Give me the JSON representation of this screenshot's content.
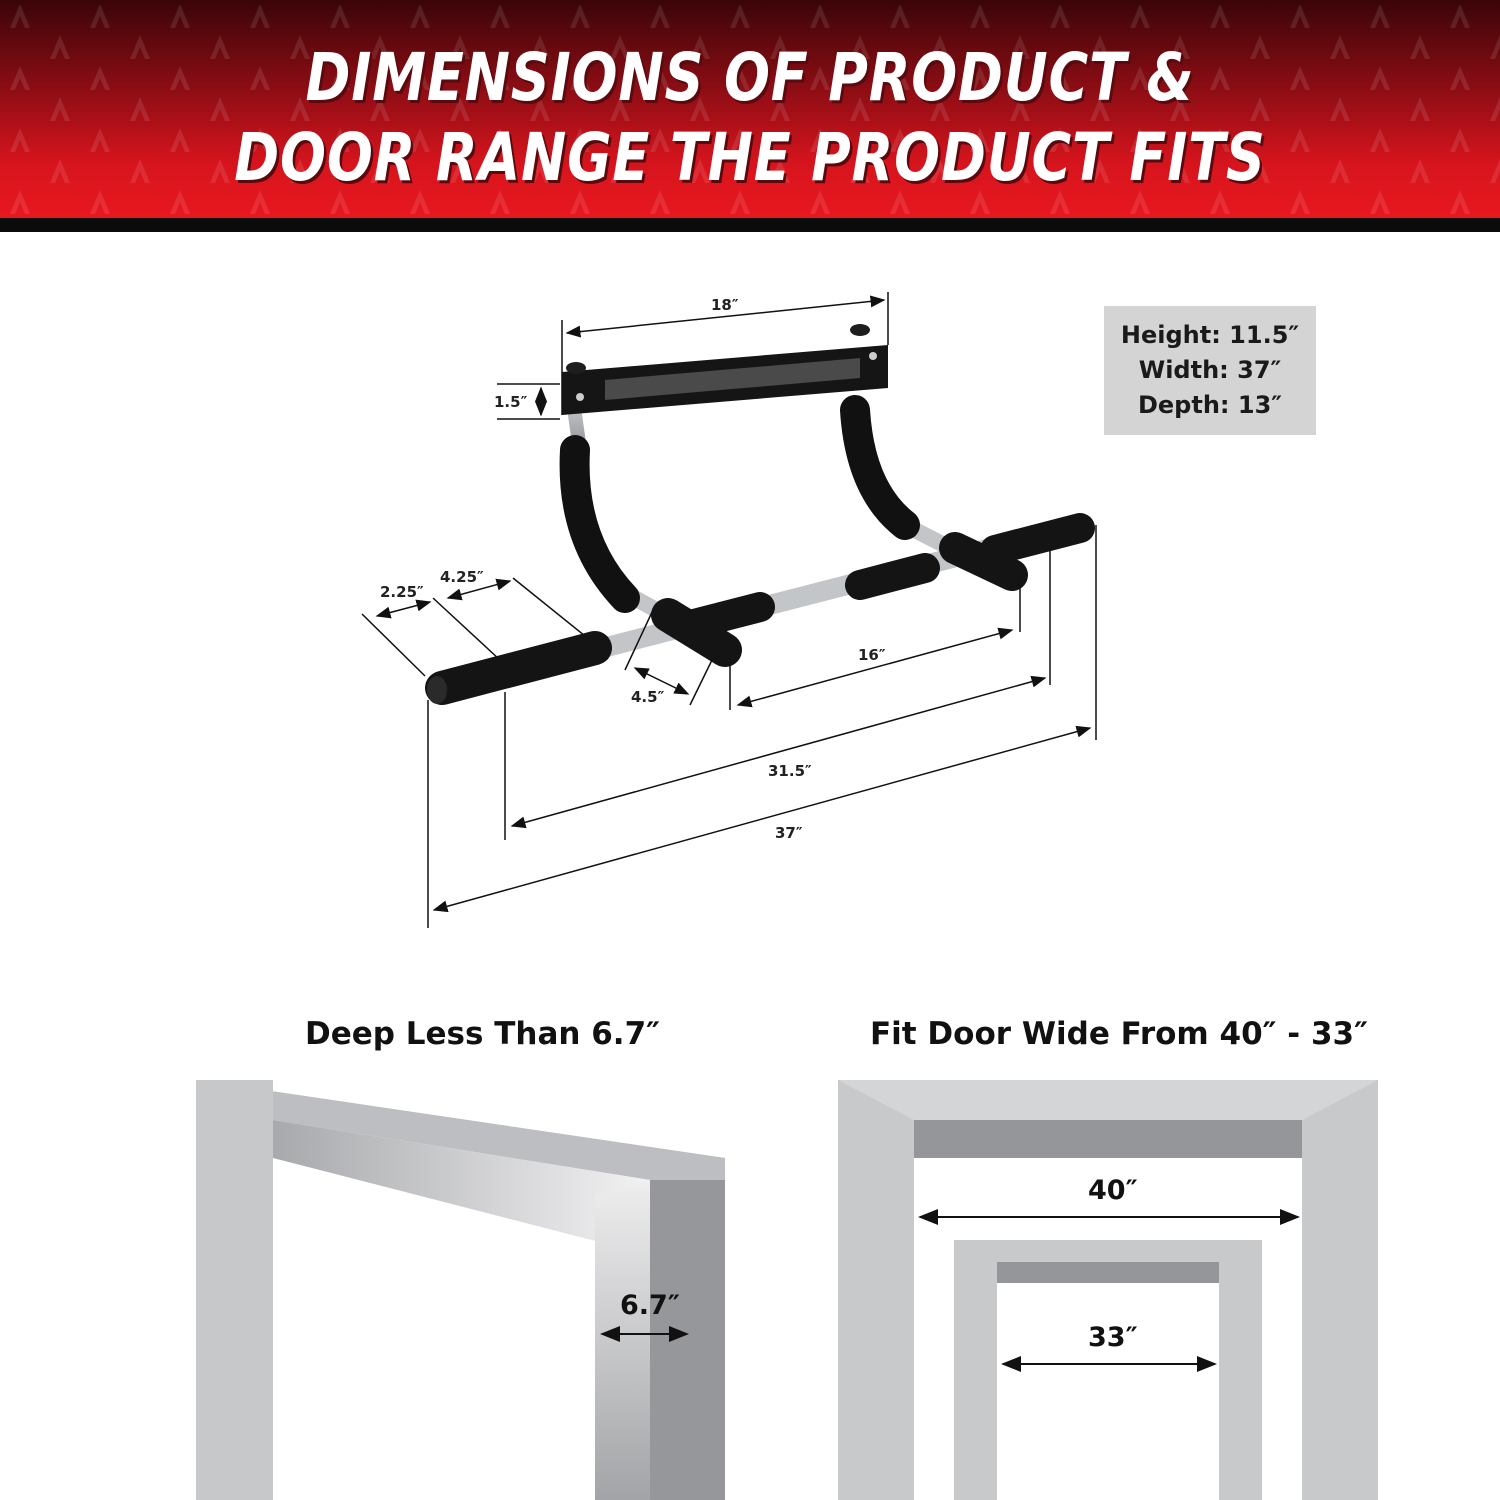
{
  "banner": {
    "title_line1": "DIMENSIONS OF PRODUCT &",
    "title_line2": "DOOR RANGE THE PRODUCT FITS",
    "colors": {
      "dark": "#3a0508",
      "light": "#e8181f",
      "stripe": "#0b0b0b"
    }
  },
  "specs": {
    "height": "Height: 11.5″",
    "width": "Width: 37″",
    "depth": "Depth: 13″"
  },
  "product_dimensions": {
    "top_bar_length": "18″",
    "top_bar_height": "1.5″",
    "end_grip": "2.25″",
    "outer_grip": "4.25″",
    "handle_depth": "4.5″",
    "handle_spacing": "16″",
    "inner_width": "31.5″",
    "total_width": "37″"
  },
  "door_depth": {
    "title": "Deep Less Than 6.7″",
    "label": "6.7″"
  },
  "door_width": {
    "title": "Fit Door Wide From 40″ - 33″",
    "max_label": "40″",
    "min_label": "33″"
  }
}
